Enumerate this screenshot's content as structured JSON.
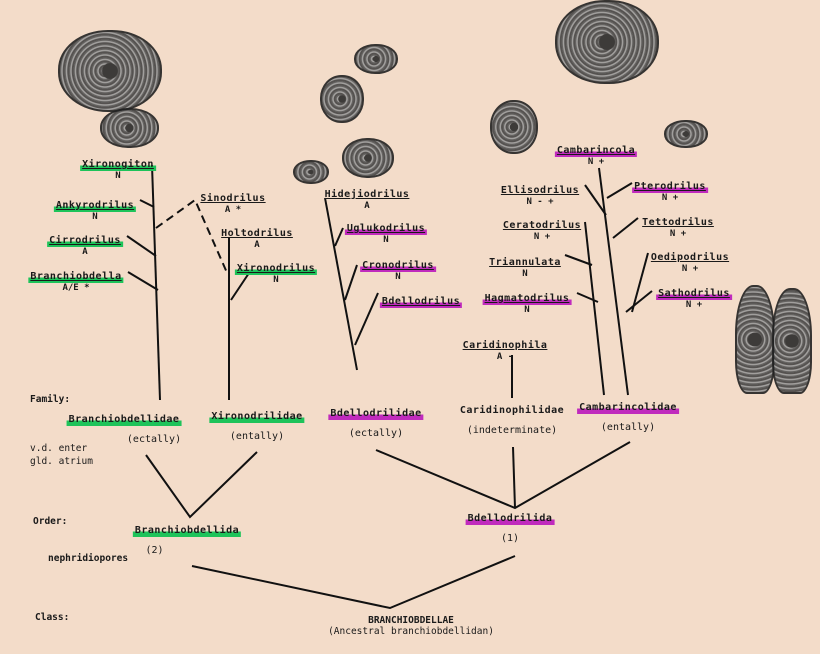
{
  "genera": [
    {
      "name": "Xironogiton",
      "state": "N",
      "highlight": "green"
    },
    {
      "name": "Ankyrodrilus",
      "state": "N",
      "highlight": "green"
    },
    {
      "name": "Cirrodrilus",
      "state": "A",
      "highlight": "green"
    },
    {
      "name": "Branchiobdella",
      "state": "A/E *",
      "highlight": "green"
    },
    {
      "name": "Sinodrilus",
      "state": "A *",
      "highlight": "none"
    },
    {
      "name": "Holtodrilus",
      "state": "A",
      "highlight": "none"
    },
    {
      "name": "Xironodrilus",
      "state": "N",
      "highlight": "green"
    },
    {
      "name": "Hidejiodrilus",
      "state": "A",
      "highlight": "none"
    },
    {
      "name": "Uglukodrilus",
      "state": "N",
      "highlight": "magenta"
    },
    {
      "name": "Cronodrilus",
      "state": "N",
      "highlight": "magenta"
    },
    {
      "name": "Bdellodrilus",
      "state": "",
      "highlight": "magenta"
    },
    {
      "name": "Caridinophila",
      "state": "A -",
      "highlight": "none"
    },
    {
      "name": "Cambarincola",
      "state": "N +",
      "highlight": "magenta"
    },
    {
      "name": "Ellisodrilus",
      "state": "N - +",
      "highlight": "none"
    },
    {
      "name": "Pterodrilus",
      "state": "N +",
      "highlight": "magenta"
    },
    {
      "name": "Ceratodrilus",
      "state": "N +",
      "highlight": "none"
    },
    {
      "name": "Tettodrilus",
      "state": "N +",
      "highlight": "none"
    },
    {
      "name": "Triannulata",
      "state": "N",
      "highlight": "none"
    },
    {
      "name": "Oedipodrilus",
      "state": "N +",
      "highlight": "none"
    },
    {
      "name": "Hagmatodrilus",
      "state": "N",
      "highlight": "magenta"
    },
    {
      "name": "Sathodrilus",
      "state": "N +",
      "highlight": "magenta"
    }
  ],
  "rank_labels": {
    "family": "Family:",
    "order": "Order:",
    "class": "Class:"
  },
  "char_labels": {
    "vd_line1": "v.d. enter",
    "vd_line2": "gld. atrium",
    "nephridiopores": "nephridiopores"
  },
  "families": [
    {
      "name": "Branchiobdellidae",
      "state": "(ectally)",
      "highlight": "green"
    },
    {
      "name": "Xironodrilidae",
      "state": "(entally)",
      "highlight": "green"
    },
    {
      "name": "Bdellodrilidae",
      "state": "(ectally)",
      "highlight": "magenta"
    },
    {
      "name": "Caridinophilidae",
      "state": "(indeterminate)",
      "highlight": "none"
    },
    {
      "name": "Cambarincolidae",
      "state": "(entally)",
      "highlight": "magenta"
    }
  ],
  "orders": [
    {
      "name": "Branchiobdellida",
      "state": "(2)",
      "highlight": "green"
    },
    {
      "name": "Bdellodrilida",
      "state": "(1)",
      "highlight": "magenta"
    }
  ],
  "class": {
    "name": "BRANCHIOBDELLAE",
    "note": "(Ancestral branchiobdellidan)"
  },
  "colors": {
    "green": "#1ec35a",
    "magenta": "#c02bbd",
    "paper": "#f3dcc9"
  }
}
